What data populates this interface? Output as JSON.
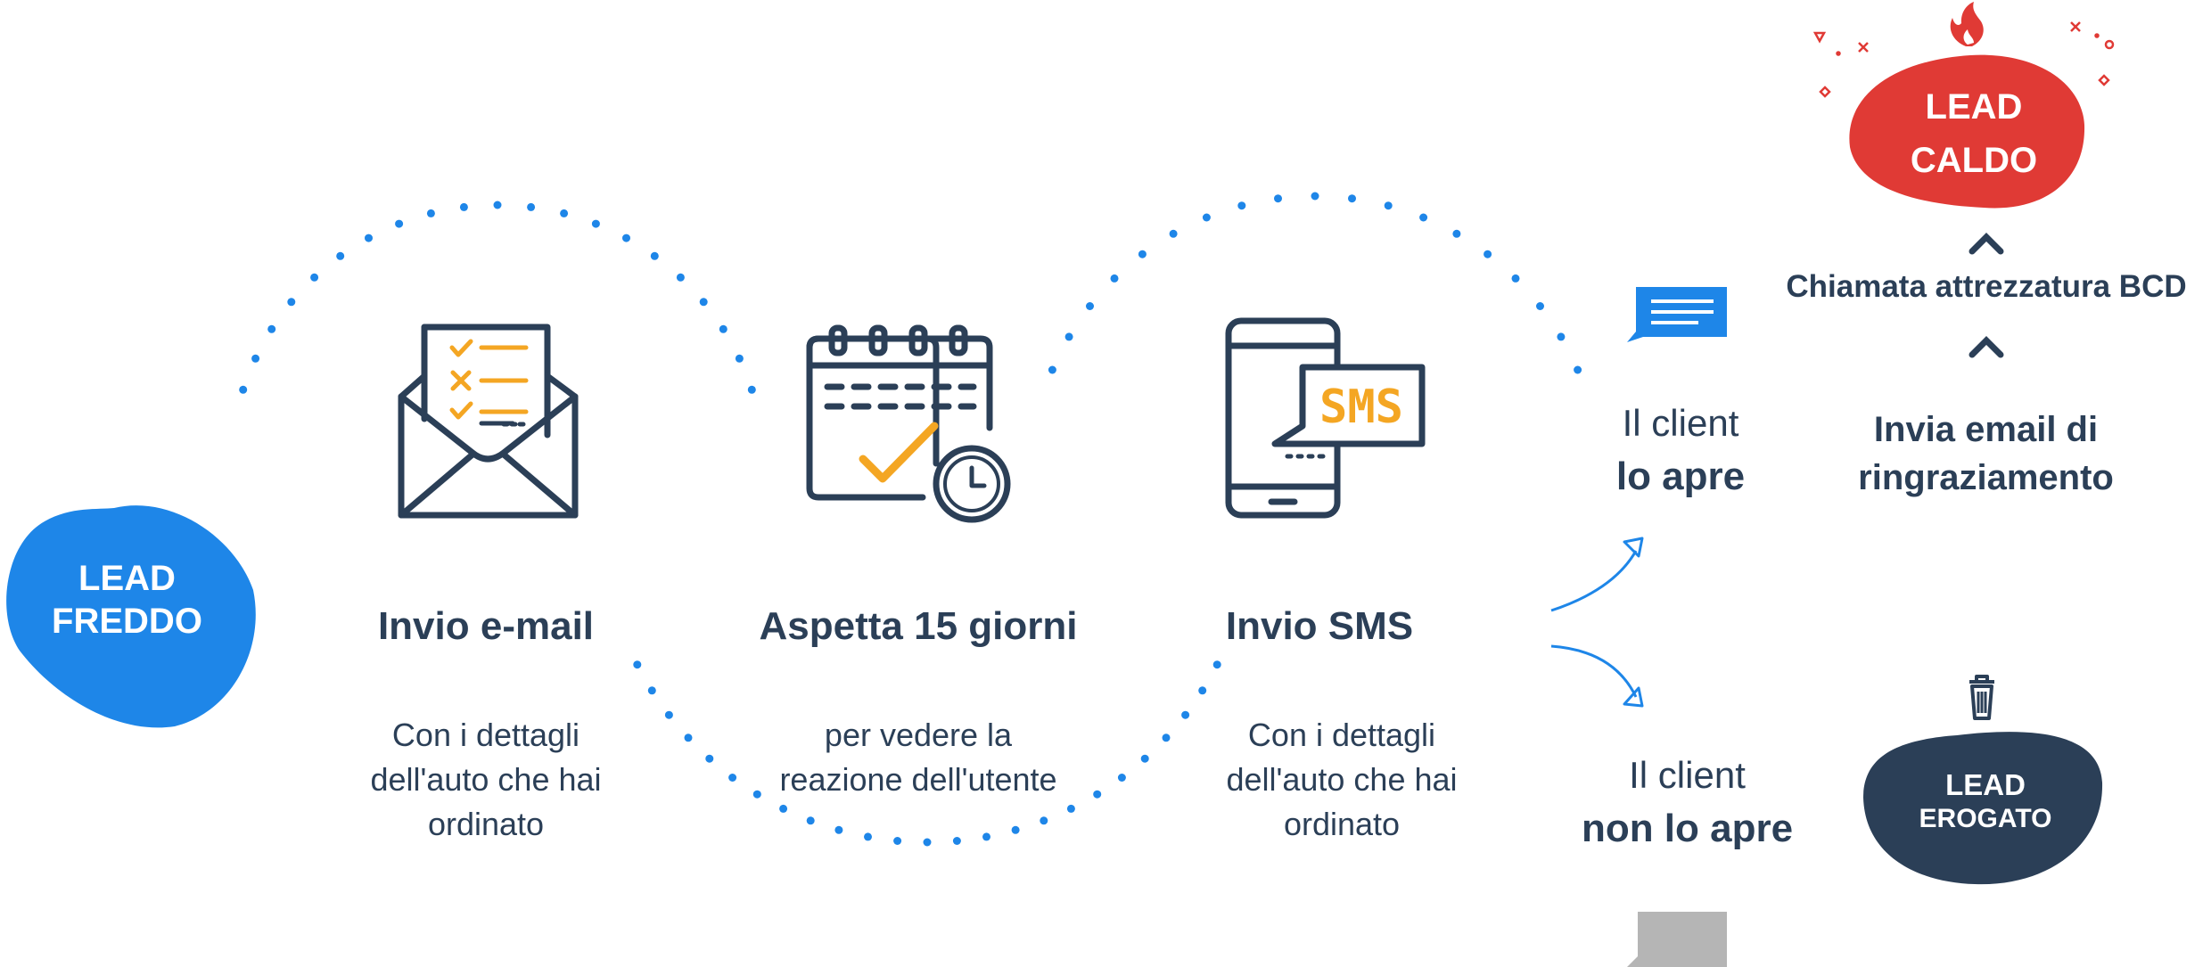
{
  "colors": {
    "dark": "#2b3f57",
    "blue": "#1e86e8",
    "red": "#e03a35",
    "orange": "#f4a623",
    "gray": "#b5b5b5"
  },
  "lead_cold": {
    "line1": "LEAD",
    "line2": "FREDDO"
  },
  "steps": [
    {
      "icon": "envelope-checklist-icon",
      "title": "Invio e-mail",
      "desc": [
        "Con i dettagli",
        "dell'auto che hai",
        "ordinato"
      ]
    },
    {
      "icon": "calendar-clock-icon",
      "title": "Aspetta 15 giorni",
      "desc": [
        "per vedere la",
        "reazione dell'utente"
      ]
    },
    {
      "icon": "phone-sms-icon",
      "sms_text": "SMS",
      "title": "Invio SMS",
      "desc": [
        "Con i dettagli",
        "dell'auto che hai",
        "ordinato"
      ]
    }
  ],
  "branch_open": {
    "line1": "Il client",
    "line2": "lo apre",
    "icon": "open-message-icon"
  },
  "branch_closed": {
    "line1": "Il client",
    "line2": "non lo apre",
    "icon": "closed-message-icon"
  },
  "actions": {
    "email": {
      "line1": "Invia email di",
      "line2": "ringraziamento"
    },
    "call": "Chiamata attrezzatura BCD"
  },
  "lead_hot": {
    "line1": "LEAD",
    "line2": "CALDO",
    "icon": "fire-icon"
  },
  "lead_delivered": {
    "line1": "LEAD",
    "line2": "EROGATO",
    "icon": "trash-icon"
  }
}
